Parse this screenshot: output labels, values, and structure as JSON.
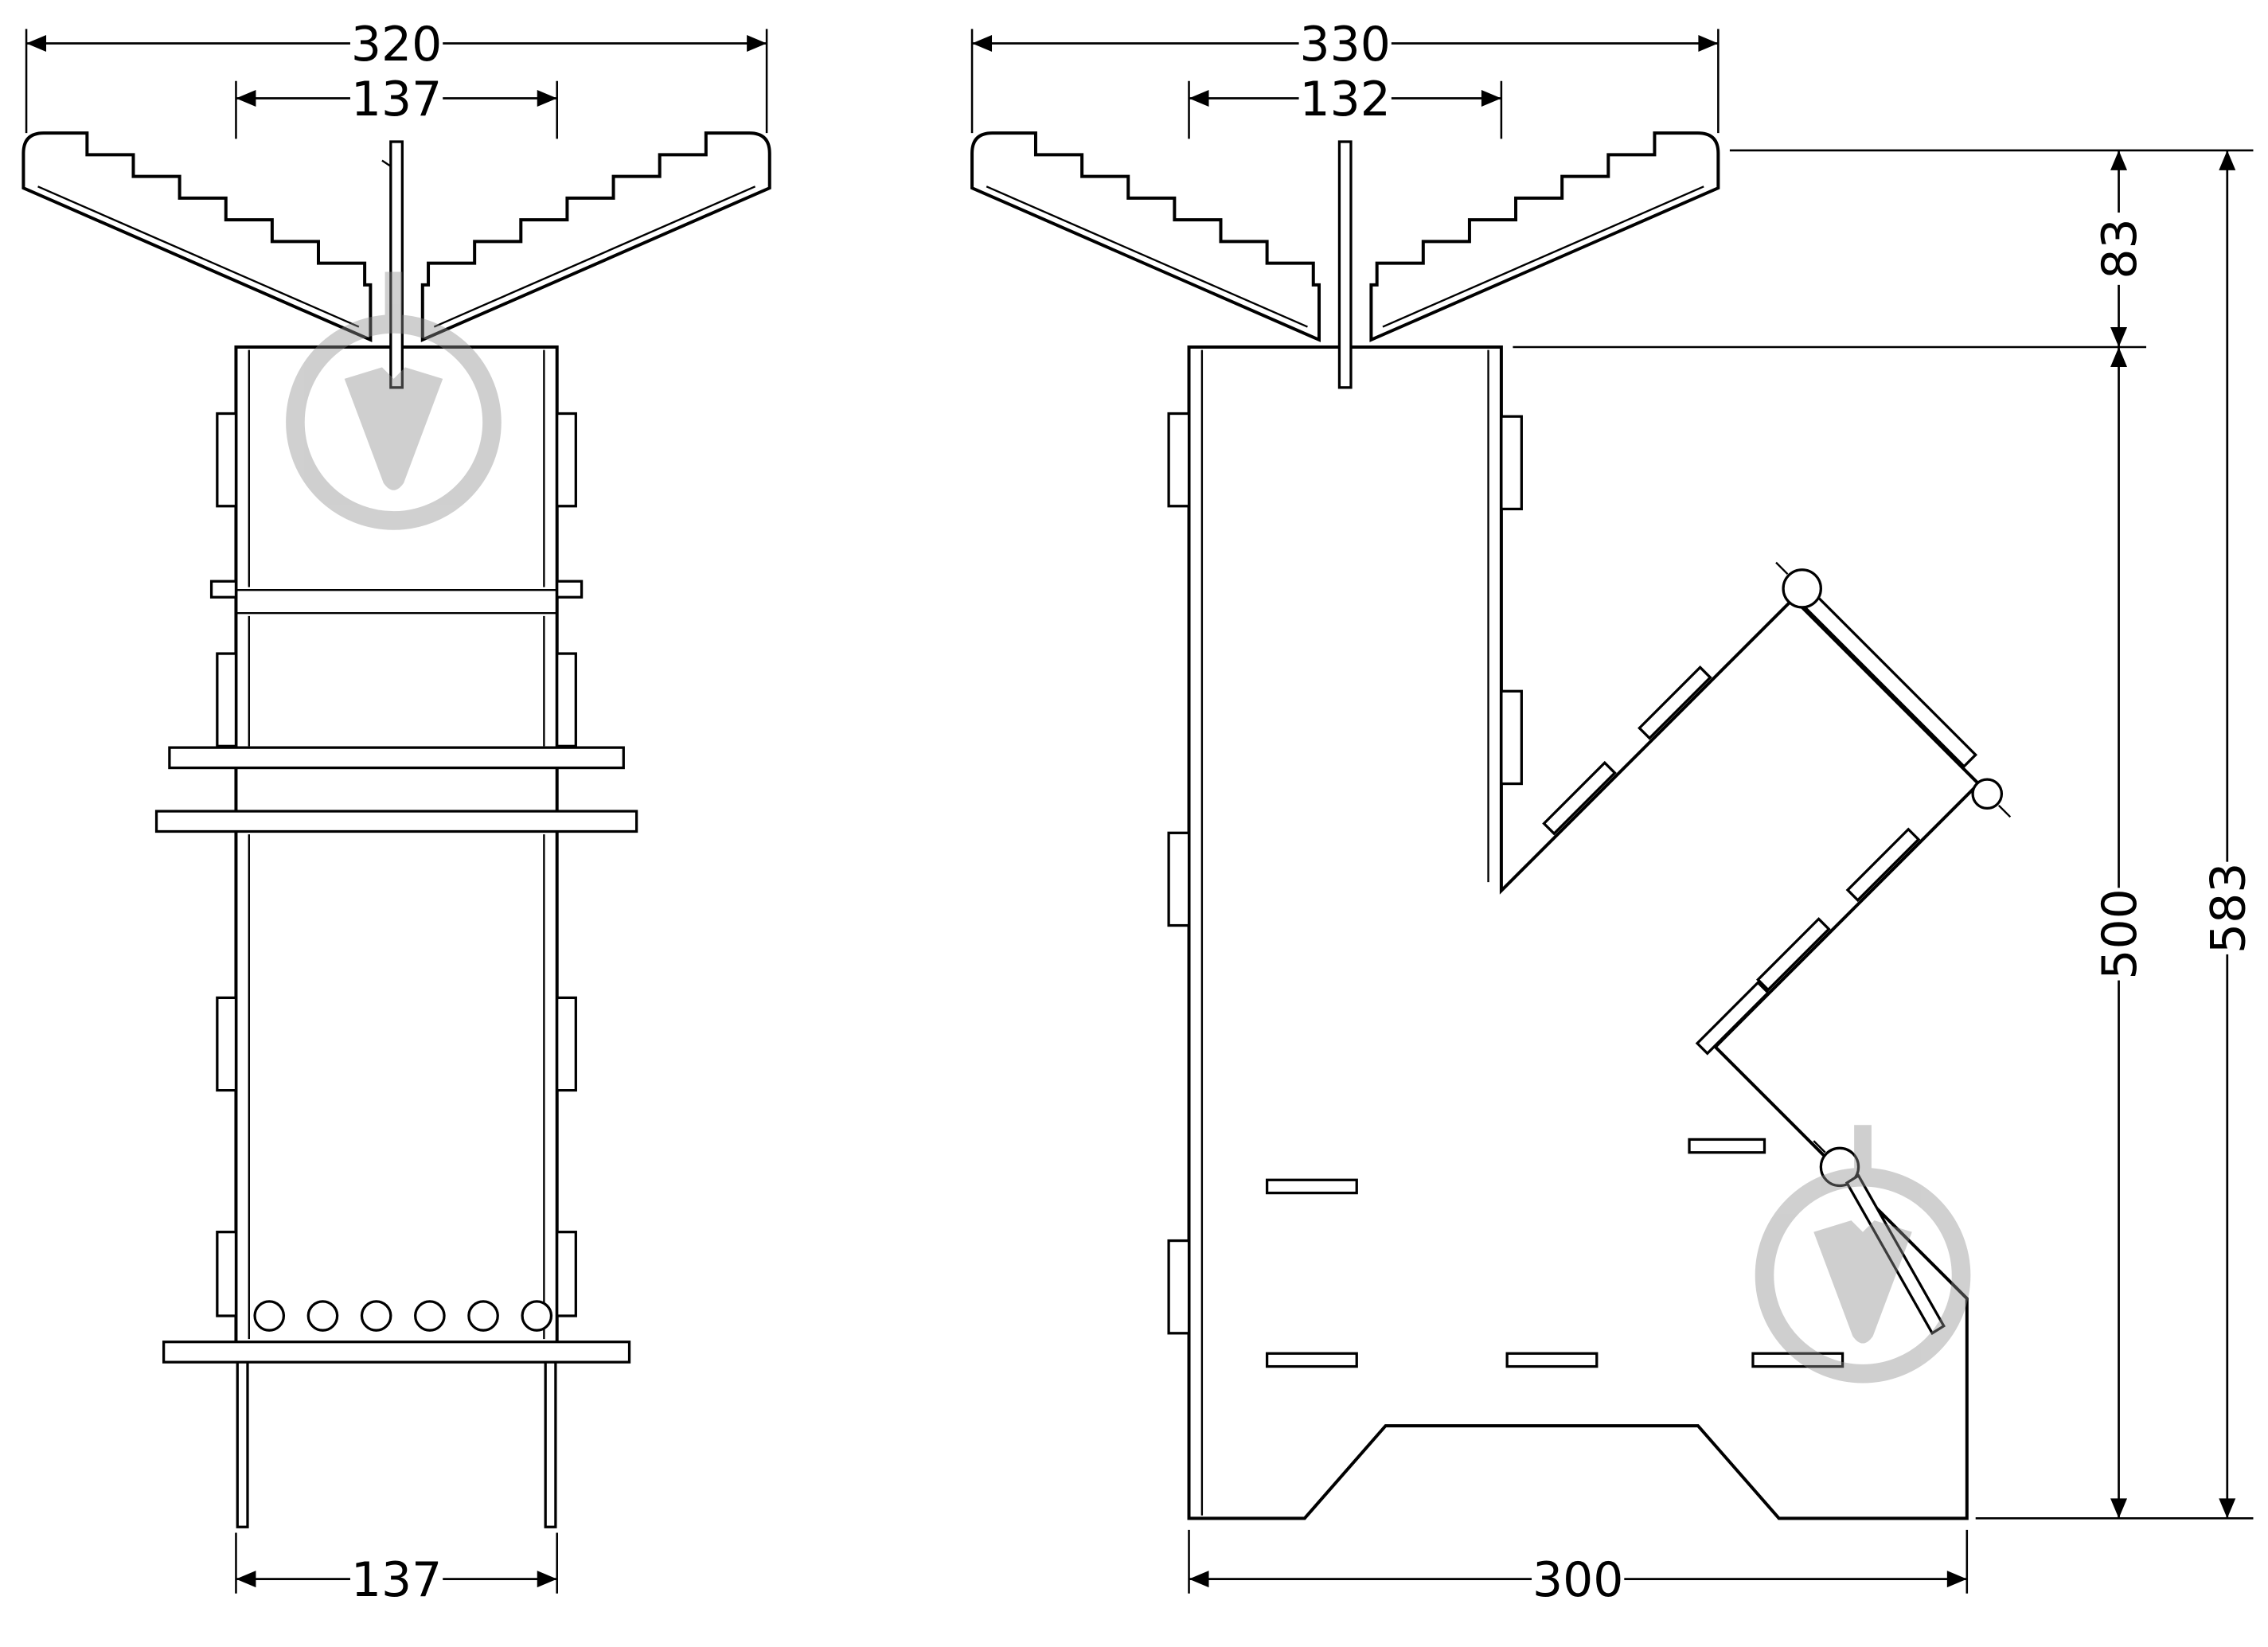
{
  "dimensions": {
    "front_overall_width": "320",
    "front_top_inner_width": "137",
    "front_bottom_width": "137",
    "side_overall_width": "330",
    "side_top_inner_width": "132",
    "support_height": "83",
    "body_height": "500",
    "total_height": "583",
    "base_depth": "300"
  },
  "colors": {
    "line": "#000000",
    "watermark": "#8f8f8f",
    "background": "#ffffff"
  }
}
